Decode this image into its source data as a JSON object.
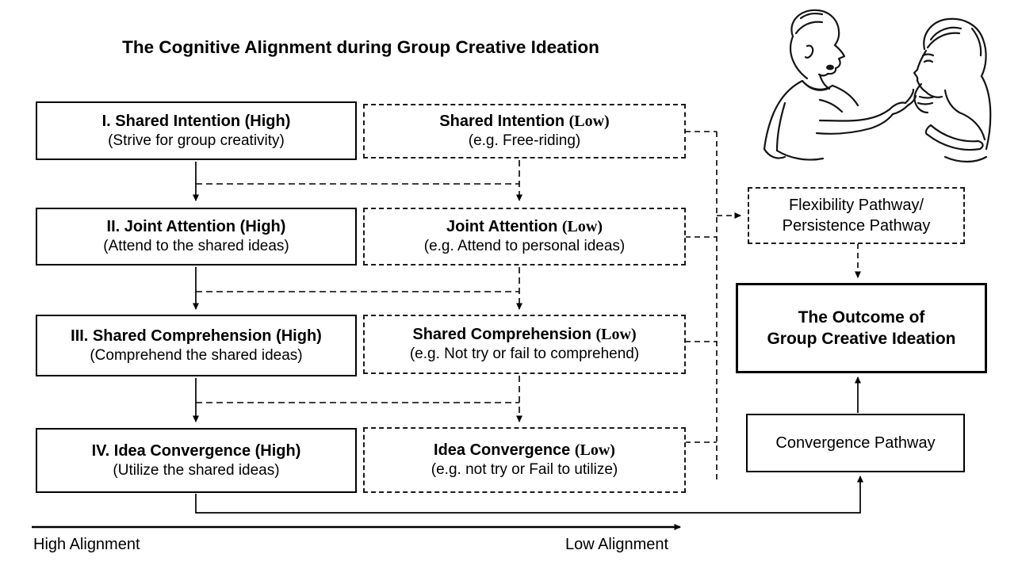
{
  "title": "The Cognitive Alignment during Group Creative Ideation",
  "high_column": [
    {
      "title": "I. Shared Intention (High)",
      "subtitle": "(Strive for group creativity)"
    },
    {
      "title": "II. Joint Attention (High)",
      "subtitle": "(Attend to the shared ideas)"
    },
    {
      "title": "III. Shared Comprehension (High)",
      "subtitle": "(Comprehend the shared ideas)"
    },
    {
      "title": "IV. Idea Convergence (High)",
      "subtitle": "(Utilize the shared ideas)"
    }
  ],
  "low_column": [
    {
      "title": "Shared Intention ",
      "low_label": "(Low)",
      "subtitle": "(e.g. Free-riding)"
    },
    {
      "title": "Joint Attention ",
      "low_label": "(Low)",
      "subtitle": "(e.g. Attend to personal ideas)"
    },
    {
      "title": "Shared Comprehension ",
      "low_label": "(Low)",
      "subtitle": "(e.g. Not try or fail to comprehend)"
    },
    {
      "title": "Idea Convergence ",
      "low_label": "(Low)",
      "subtitle": "(e.g. not try or Fail to utilize)"
    }
  ],
  "pathways": {
    "flexibility_line1": "Flexibility Pathway/",
    "flexibility_line2": "Persistence Pathway",
    "outcome_line1": "The Outcome of",
    "outcome_line2": "Group Creative Ideation",
    "convergence": "Convergence Pathway"
  },
  "axis": {
    "left_label": "High Alignment",
    "right_label": "Low Alignment"
  },
  "illustration": {
    "name": "two-people-talking-sketch"
  },
  "colors": {
    "ink": "#000000",
    "background": "#ffffff"
  }
}
